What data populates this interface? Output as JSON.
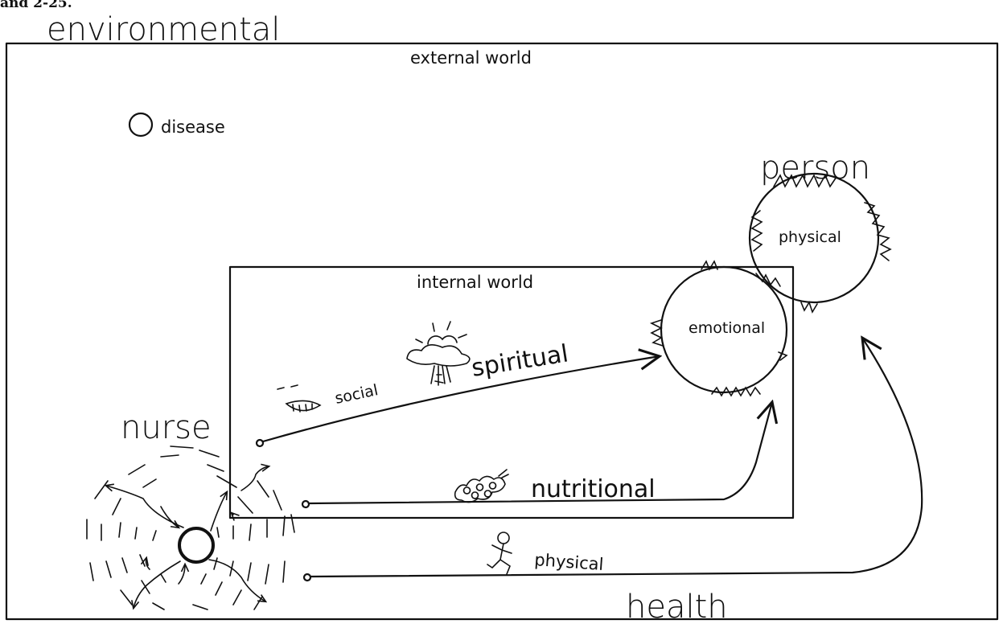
{
  "top_caption": "and 2-25.",
  "labels": {
    "environmental": "environmental",
    "external_world": "external world",
    "disease": "disease",
    "person": "person",
    "physical_person": "physical",
    "internal_world": "internal world",
    "emotional": "emotional",
    "spiritual": "spiritual",
    "social": "social",
    "nurse": "nurse",
    "nutritional": "nutritional",
    "physical_path": "physical",
    "health": "health"
  },
  "icons": [
    "disease-circle-icon",
    "smile-icon",
    "storm-cloud-icon",
    "grapes-icon",
    "running-person-icon",
    "nurse-circle-icon"
  ]
}
